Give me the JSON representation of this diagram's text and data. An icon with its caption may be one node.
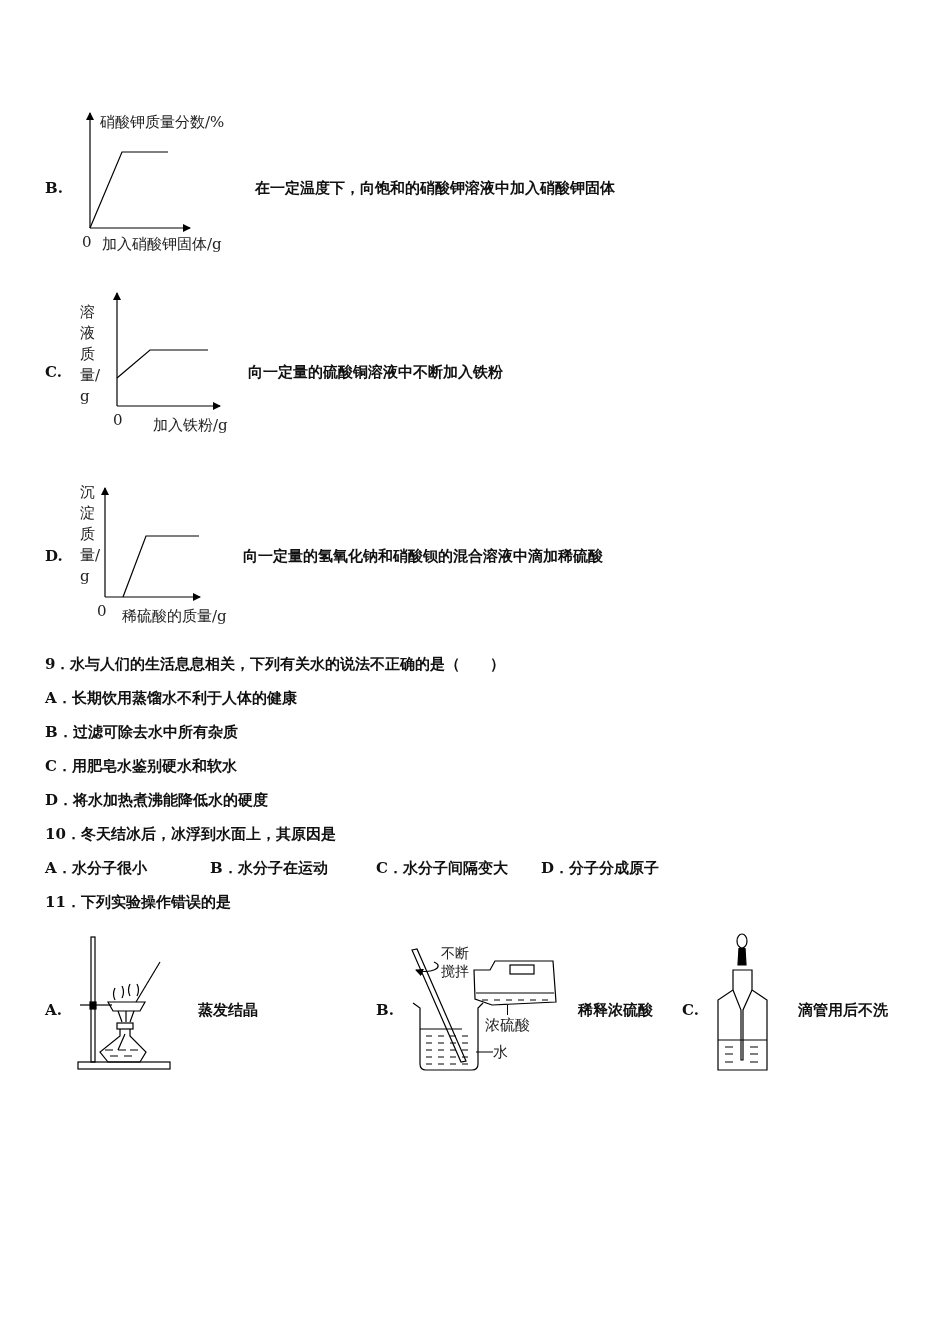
{
  "diagram": {
    "nodes": [
      {
        "text": [
          "浓硫酸"
        ]
      },
      {
        "text": [],
        "shape": "picture"
      },
      {
        "text": [
          "水"
        ]
      },
      {
        "text": [],
        "shape": "picture"
      }
    ],
    "edges": [
      {
        "from": 0,
        "to": 1,
        "arrow": "none"
      },
      {
        "from": 2,
        "to": 3,
        "arrow": "none"
      }
    ],
    "labels": [
      "B.",
      "硝酸钾质量分数/%",
      "在一定温度下，向饱和的硝酸钾溶液中加入硝酸钾固体",
      "0",
      "加入硝酸钾固体/g",
      "C.",
      "溶液质量/g",
      "向一定量的硫酸铜溶液中不断加入铁粉",
      "0",
      "加入铁粉/g",
      "D.",
      "沉淀质量/g",
      "向一定量的氢氧化钠和硝酸钡的混合溶液中滴加稀硫酸",
      "0",
      "稀硫酸的质量/g",
      "9．水与人们的生活息息相关，下列有关水的说法不正确的是（　　）",
      "A．长期饮用蒸馏水不利于人体的健康",
      "B．过滤可除去水中所有杂质",
      "C．用肥皂水鉴别硬水和软水",
      "D．将水加热煮沸能降低水的硬度",
      "10．冬天结冰后，冰浮到水面上，其原因是",
      "A．水分子很小",
      "B．水分子在运动",
      "C．水分子间隔变大",
      "D．分子分成原子",
      "11．下列实验操作错误的是",
      "A.",
      "蒸发结晶",
      "B.",
      "不断搅拌",
      "稀释浓硫酸",
      "C.",
      "滴管用后不洗"
    ]
  }
}
